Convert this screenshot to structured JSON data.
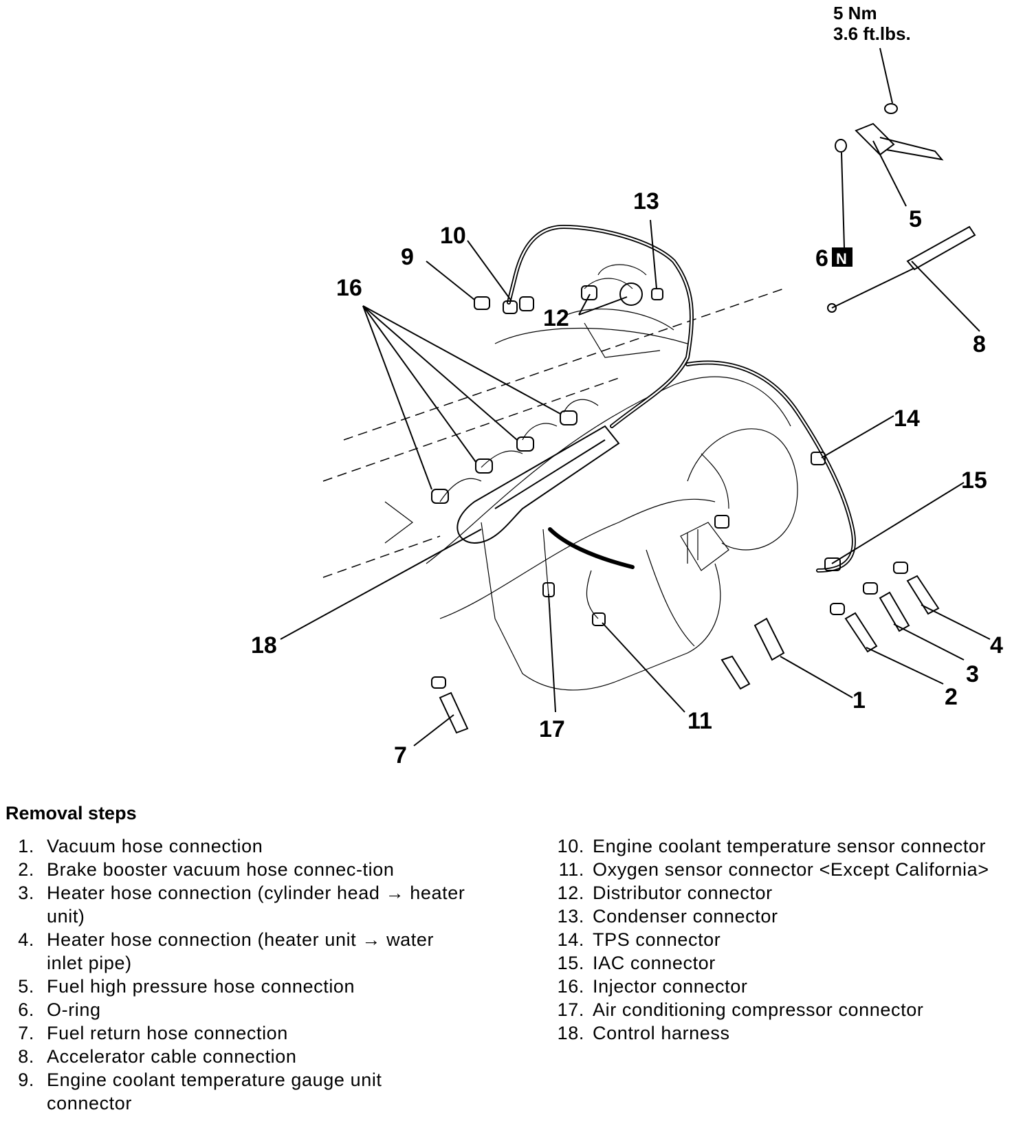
{
  "torque_spec": {
    "line1": "5 Nm",
    "line2": "3.6 ft.lbs."
  },
  "nonreusable_badge": "N",
  "callouts": {
    "c1": "1",
    "c2": "2",
    "c3": "3",
    "c4": "4",
    "c5": "5",
    "c6": "6",
    "c7": "7",
    "c8": "8",
    "c9": "9",
    "c10": "10",
    "c11": "11",
    "c12": "12",
    "c13": "13",
    "c14": "14",
    "c15": "15",
    "c16": "16",
    "c17": "17",
    "c18": "18"
  },
  "legend": {
    "title": "Removal steps",
    "left": [
      {
        "num": "1.",
        "text": "Vacuum hose connection"
      },
      {
        "num": "2.",
        "text": "Brake booster vacuum hose connec-tion"
      },
      {
        "num": "3.",
        "text": "Heater hose connection (cylinder head → heater unit)"
      },
      {
        "num": "4.",
        "text": "Heater hose connection (heater unit → water inlet pipe)"
      },
      {
        "num": "5.",
        "text": "Fuel high pressure hose connection"
      },
      {
        "num": "6.",
        "text": "O-ring"
      },
      {
        "num": "7.",
        "text": "Fuel return hose connection"
      },
      {
        "num": "8.",
        "text": "Accelerator cable connection"
      },
      {
        "num": "9.",
        "text": "Engine coolant temperature gauge unit connector"
      }
    ],
    "right": [
      {
        "num": "10.",
        "text": "Engine coolant temperature sensor connector"
      },
      {
        "num": "11.",
        "text": "Oxygen sensor connector <Except California>"
      },
      {
        "num": "12.",
        "text": "Distributor connector"
      },
      {
        "num": "13.",
        "text": "Condenser connector"
      },
      {
        "num": "14.",
        "text": "TPS connector"
      },
      {
        "num": "15.",
        "text": "IAC connector"
      },
      {
        "num": "16.",
        "text": "Injector connector"
      },
      {
        "num": "17.",
        "text": "Air conditioning compressor connector"
      },
      {
        "num": "18.",
        "text": "Control harness"
      }
    ]
  }
}
